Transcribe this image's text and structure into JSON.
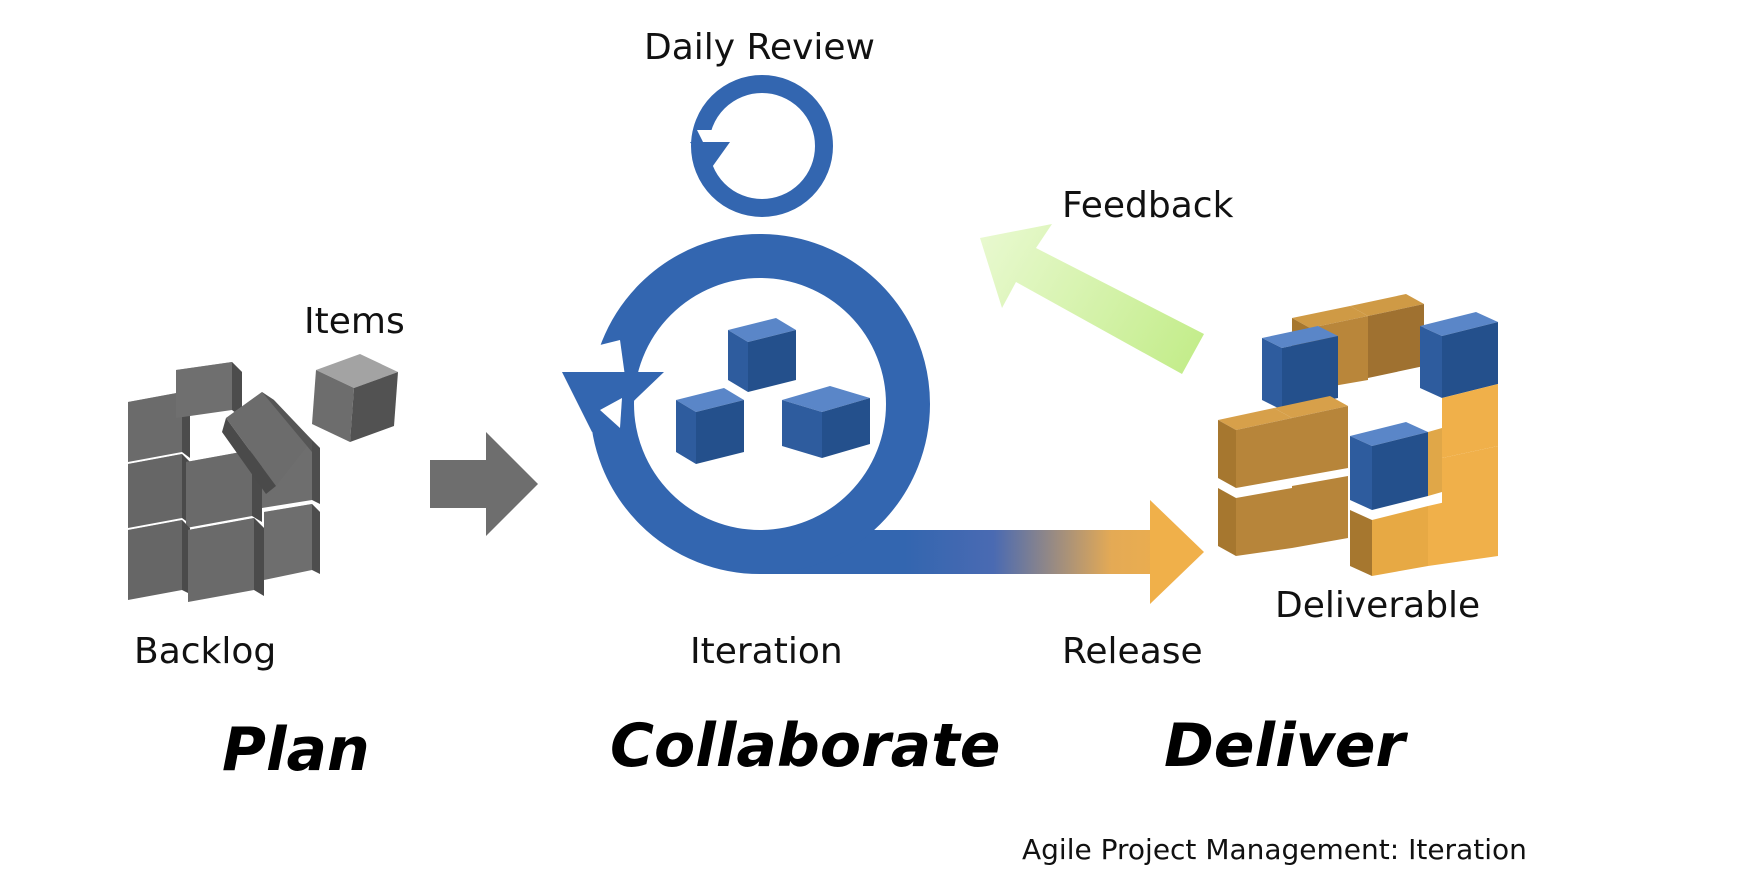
{
  "labels": {
    "daily_review": "Daily Review",
    "feedback": "Feedback",
    "items": "Items",
    "backlog": "Backlog",
    "iteration": "Iteration",
    "release": "Release",
    "deliverable": "Deliverable"
  },
  "stages": {
    "plan": "Plan",
    "collaborate": "Collaborate",
    "deliver": "Deliver"
  },
  "caption": "Agile Project Management: Iteration",
  "colors": {
    "blue": "#3366b0",
    "gray": "#6e6e6e",
    "orange": "#f0b04a",
    "green": "#c6ee90"
  }
}
